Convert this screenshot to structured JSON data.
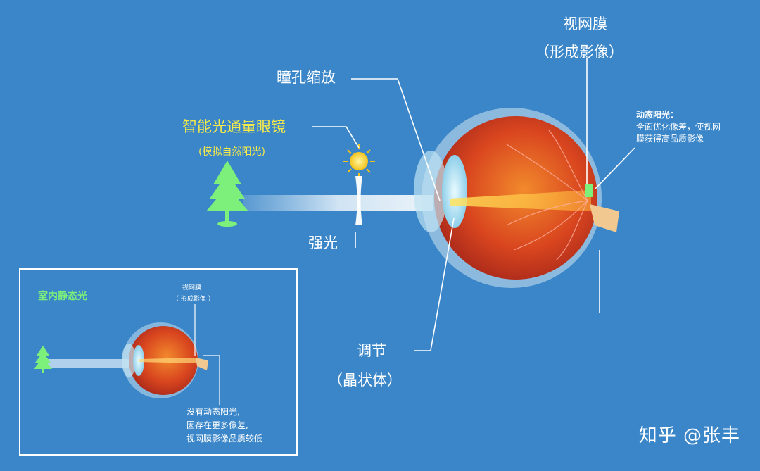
{
  "main": {
    "retina_title": "视网膜",
    "retina_sub": "（形成影像）",
    "pupil_label": "瞳孔缩放",
    "glasses_title": "智能光通量眼镜",
    "glasses_sub": "(模拟自然阳光)",
    "strong_light": "强光",
    "dynamic_title": "动态阳光：",
    "dynamic_line1": "全面优化像差，使视网",
    "dynamic_line2": "膜获得高品质影像",
    "adjust_label": "调节",
    "adjust_sub": "（晶状体）"
  },
  "inset": {
    "title": "室内静态光",
    "retina_title": "视网膜",
    "retina_sub": "（ 形成影像 ）",
    "note_line1": "没有动态阳光,",
    "note_line2": "因存在更多像差,",
    "note_line3": "视网膜影像品质较低"
  },
  "watermark": "知乎 @张丰",
  "colors": {
    "background": "#3a86c8",
    "highlight_yellow": "#f6e94a",
    "tree_green": "#7cf07a"
  }
}
